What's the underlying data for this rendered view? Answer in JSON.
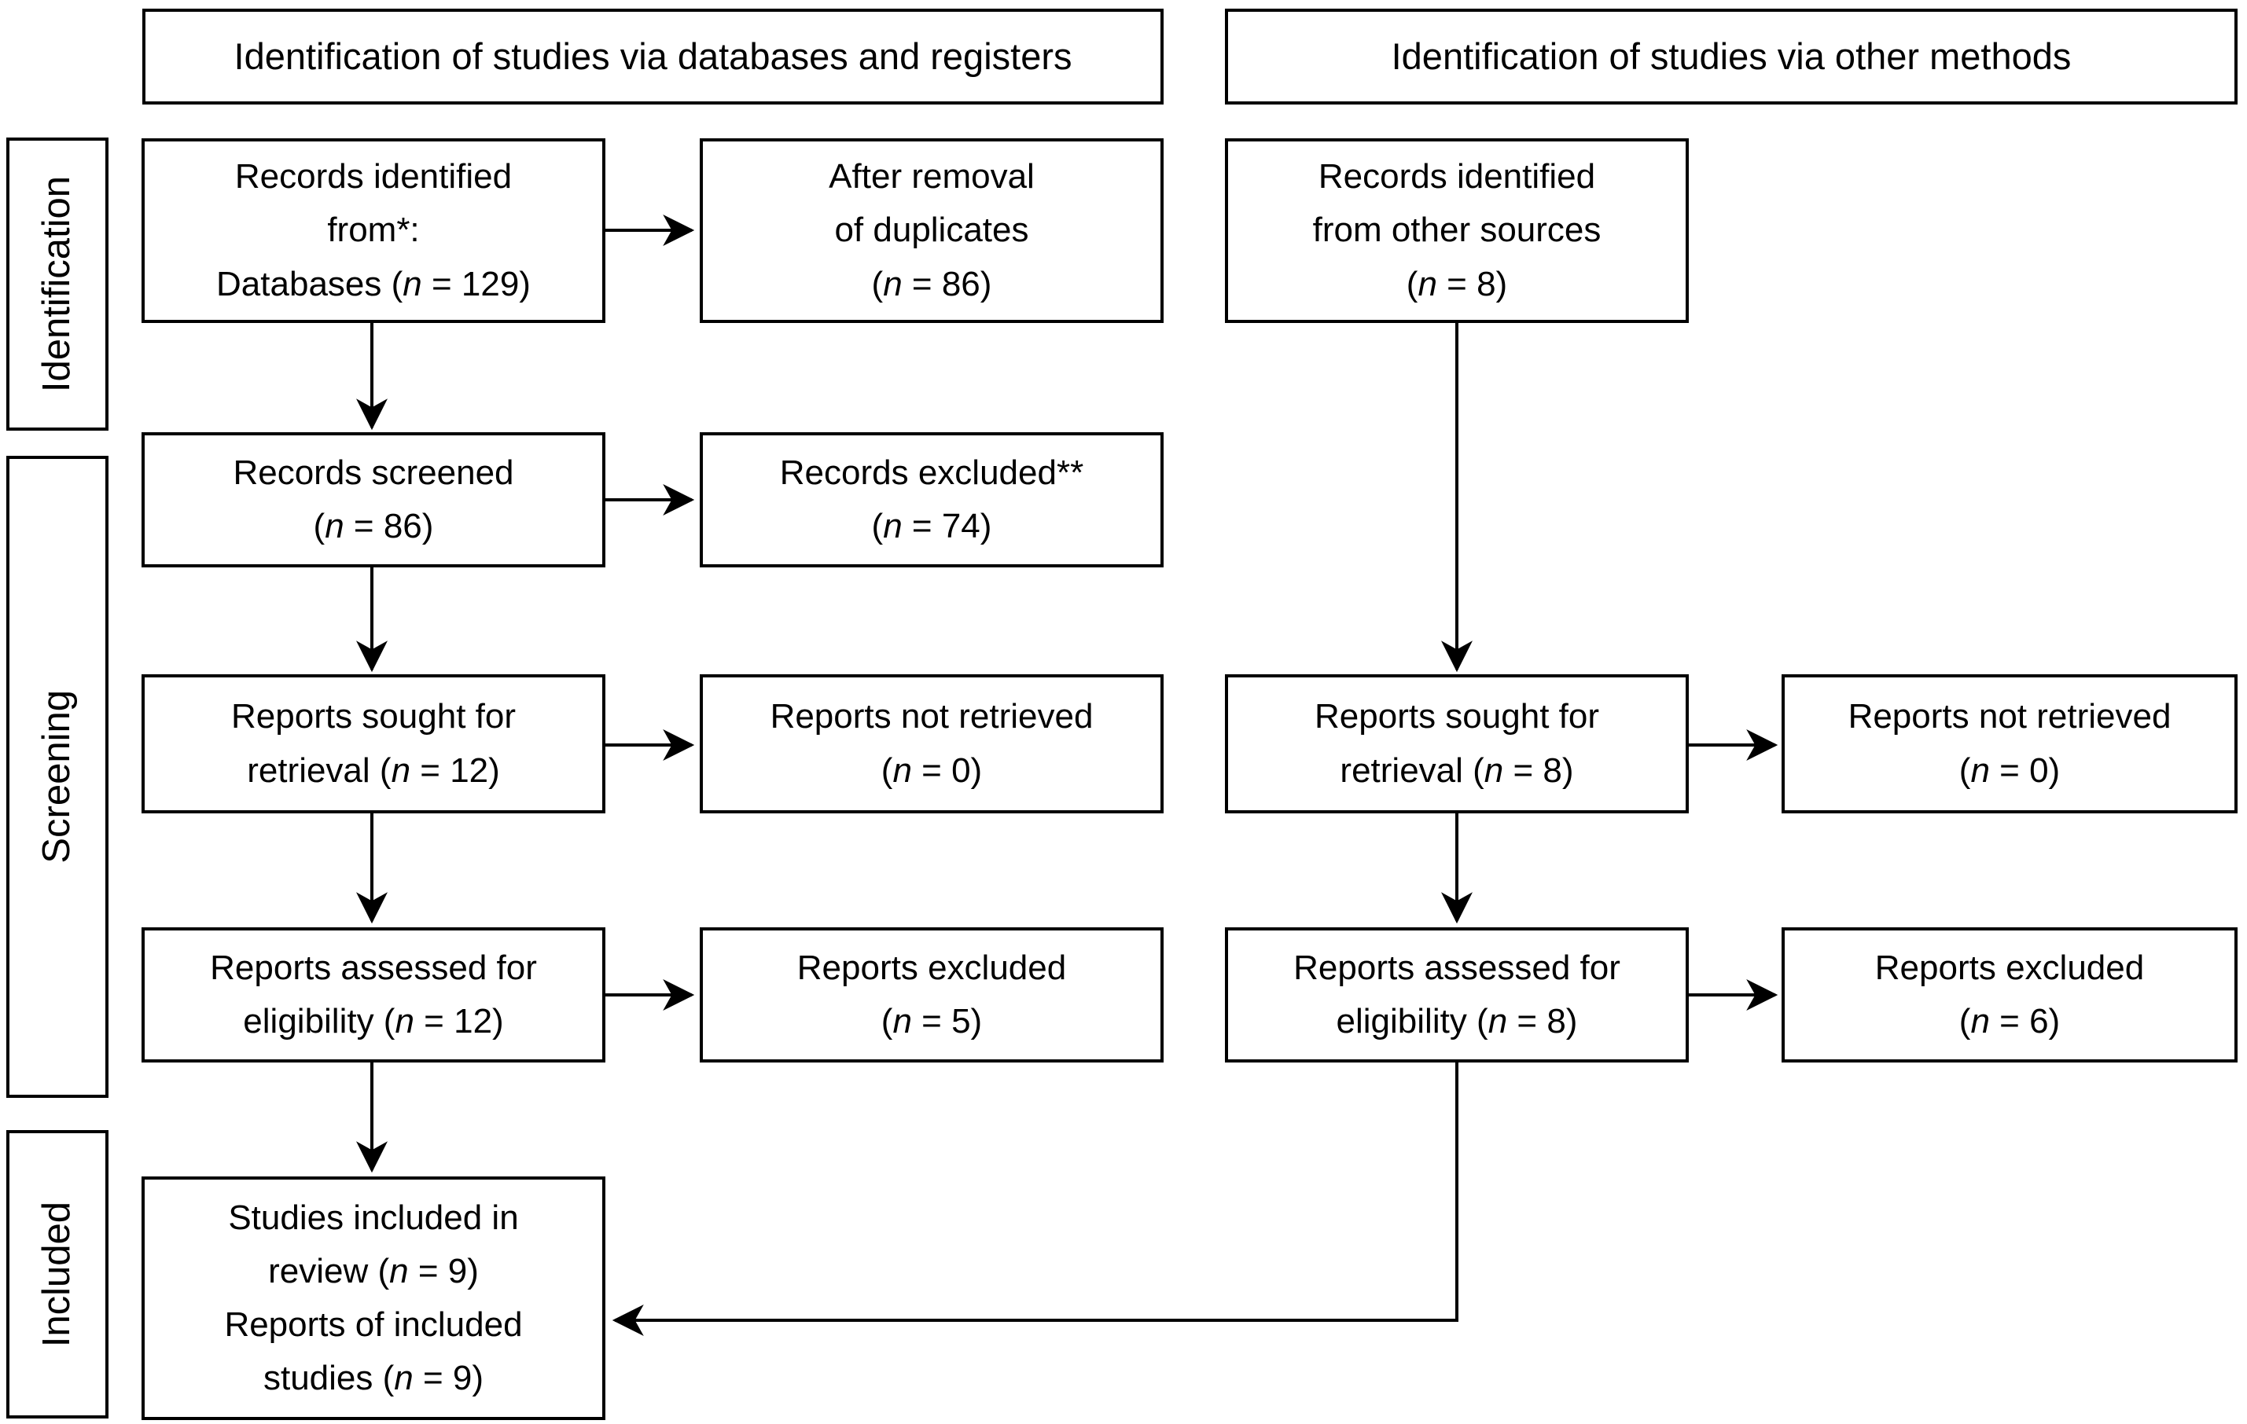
{
  "page": {
    "background_color": "#ffffff",
    "line_color": "#000000",
    "diagram_type": "PRISMA 2020 flow diagram"
  },
  "banners": [
    {
      "label": "Identification of studies via databases and registers"
    },
    {
      "label": "Identification of studies via other methods"
    }
  ],
  "stage_labels": [
    {
      "label": "Identification"
    },
    {
      "label": "Screening"
    },
    {
      "label": "Included"
    }
  ],
  "boxes": {
    "records_identified_databases": "Records identified\nfrom*:\nDatabases (n = 129)",
    "after_duplicate_removal": "After removal\nof duplicates\n(n = 86)",
    "records_identified_other": "Records identified\nfrom other sources\n(n = 8)",
    "records_screened": "Records screened\n(n = 86)",
    "records_excluded": "Records excluded**\n(n = 74)",
    "reports_sought_databases": "Reports sought for\nretrieval (n = 12)",
    "reports_not_retrieved_databases": "Reports not retrieved\n(n = 0)",
    "reports_sought_other": "Reports sought for\nretrieval (n = 8)",
    "reports_not_retrieved_other": "Reports not retrieved\n(n = 0)",
    "reports_assessed_databases": "Reports assessed for\neligibility (n = 12)",
    "reports_excluded_databases": "Reports excluded\n(n = 5)",
    "reports_assessed_other": "Reports assessed for\neligibility (n = 8)",
    "reports_excluded_other": "Reports excluded\n(n = 6)",
    "studies_included": "Studies included in\nreview (n = 9)\nReports of included\nstudies (n = 9)"
  }
}
